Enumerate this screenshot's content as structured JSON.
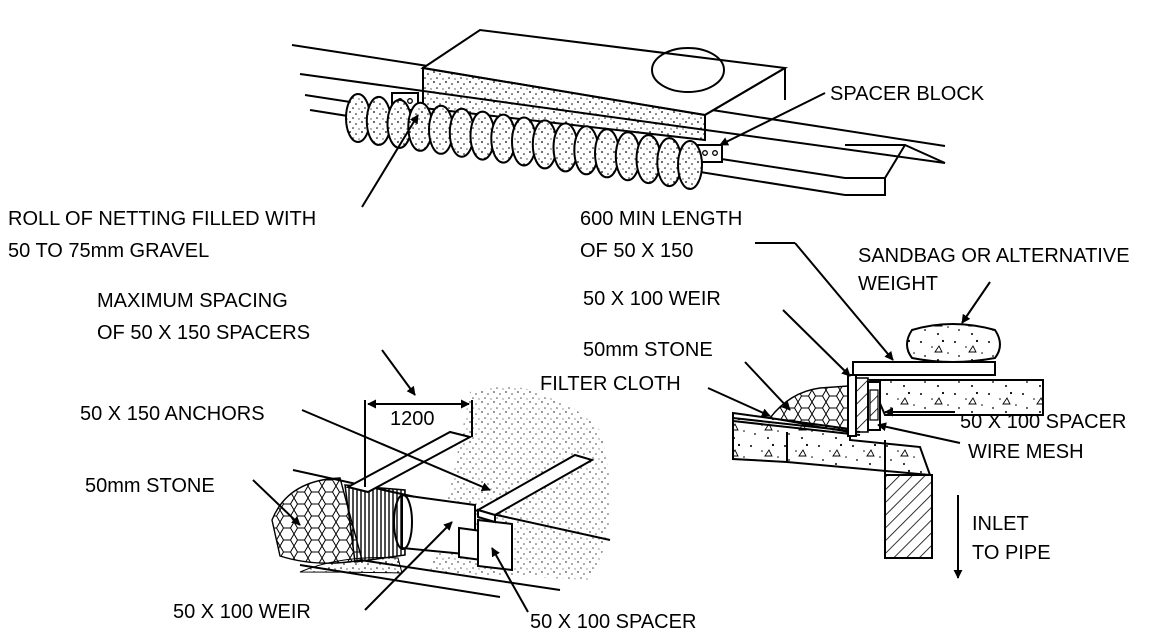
{
  "labels": {
    "spacer_block": "SPACER BLOCK",
    "roll_line1": "ROLL OF NETTING FILLED WITH",
    "roll_line2": "50 TO 75mm GRAVEL",
    "min_length_line1": "600 MIN LENGTH",
    "min_length_line2": "OF 50 X 150",
    "sandbag_line1": "SANDBAG OR ALTERNATIVE",
    "sandbag_line2": "WEIGHT",
    "max_spacing_line1": "MAXIMUM SPACING",
    "max_spacing_line2": "OF 50 X 150 SPACERS",
    "weir_right": "50 X 100 WEIR",
    "stone_right": "50mm STONE",
    "filter_cloth": "FILTER CLOTH",
    "spacer_right": "50 X 100 SPACER",
    "wire_mesh": "WIRE MESH",
    "anchors": "50 X 150 ANCHORS",
    "stone_left": "50mm STONE",
    "dimension": "1200",
    "inlet_line1": "INLET",
    "inlet_line2": "TO PIPE",
    "weir_bottom": "50 X 100 WEIR",
    "spacer_bottom": "50 X 100 SPACER"
  }
}
